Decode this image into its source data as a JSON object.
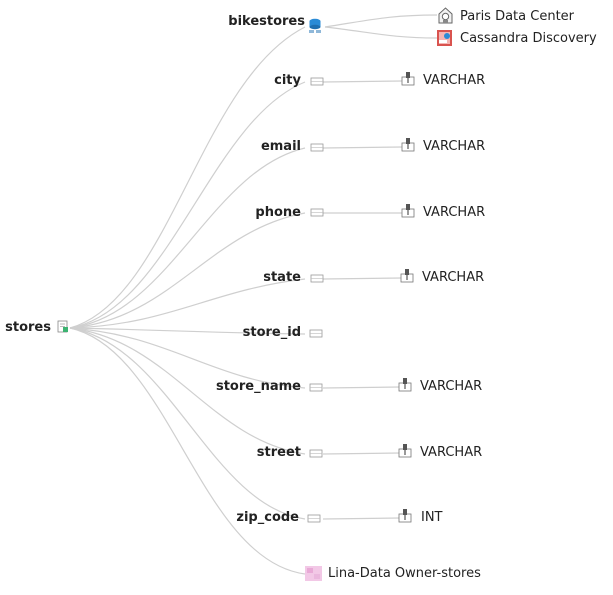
{
  "root": {
    "label": "stores",
    "icon": "table-icon"
  },
  "upstream": {
    "label": "bikestores",
    "icon": "database-icon",
    "links": [
      {
        "label": "Paris Data Center",
        "icon": "data-center-icon"
      },
      {
        "label": "Cassandra Discovery",
        "icon": "discovery-icon"
      }
    ]
  },
  "columns": [
    {
      "label": "city",
      "type": "VARCHAR"
    },
    {
      "label": "email",
      "type": "VARCHAR"
    },
    {
      "label": "phone",
      "type": "VARCHAR"
    },
    {
      "label": "state",
      "type": "VARCHAR"
    },
    {
      "label": "store_id",
      "type": null
    },
    {
      "label": "store_name",
      "type": "VARCHAR"
    },
    {
      "label": "street",
      "type": "VARCHAR"
    },
    {
      "label": "zip_code",
      "type": "INT"
    }
  ],
  "owner": {
    "label": "Lina-Data Owner-stores",
    "icon": "owner-tag-icon"
  },
  "colors": {
    "edge": "#cfcfcf",
    "text": "#222222",
    "db_blue": "#2a8bd6",
    "owner_pink": "#f2c8e6",
    "discovery_red": "#d9534f"
  }
}
